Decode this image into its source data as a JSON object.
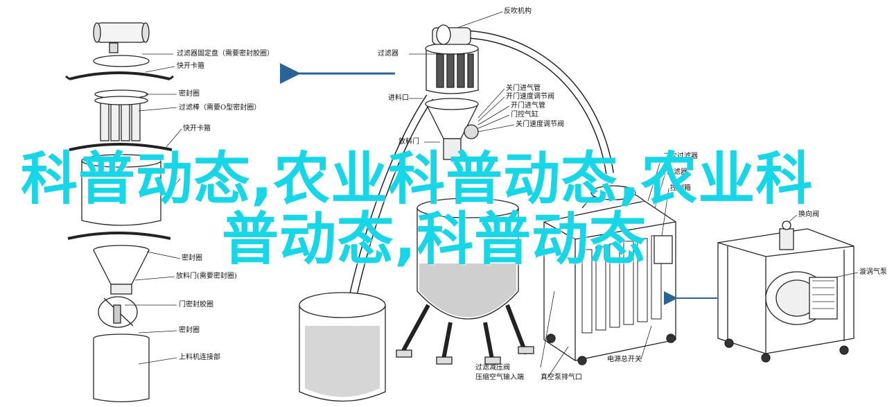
{
  "colors": {
    "accent": "#16d6e8",
    "line": "#222222",
    "arrow": "#2a6496",
    "fill_grey": "#d0d0d0",
    "fill_light": "#ededed"
  },
  "overlay": {
    "line1": "科普动态,农业科普动态,农业科",
    "line2": "普动态,科普动态"
  },
  "left_assembly": {
    "labels": [
      "过滤器固定盘（需要密封胶圈）",
      "快开卡箍",
      "密封圈",
      "过滤棒（需要O型密封圈）",
      "快开卡箍",
      "密封圈",
      "放料门(需要密封圈)",
      "门密封胶圈",
      "密封圈",
      "上料机连接部"
    ]
  },
  "center_machine": {
    "labels": [
      "反吹机构",
      "过滤器",
      "关门进气管",
      "开门速度调节阀",
      "开门进气管",
      "门控气缸",
      "关门速度调节阀",
      "进料口",
      "放料门",
      "二次过滤器",
      "过滤器",
      "控制箱",
      "过滤减压阀",
      "压缩空气输入端",
      "真空泵排气口",
      "电源总开关"
    ]
  },
  "pump_unit": {
    "labels": [
      "换向阀",
      "漩涡气泵"
    ]
  }
}
